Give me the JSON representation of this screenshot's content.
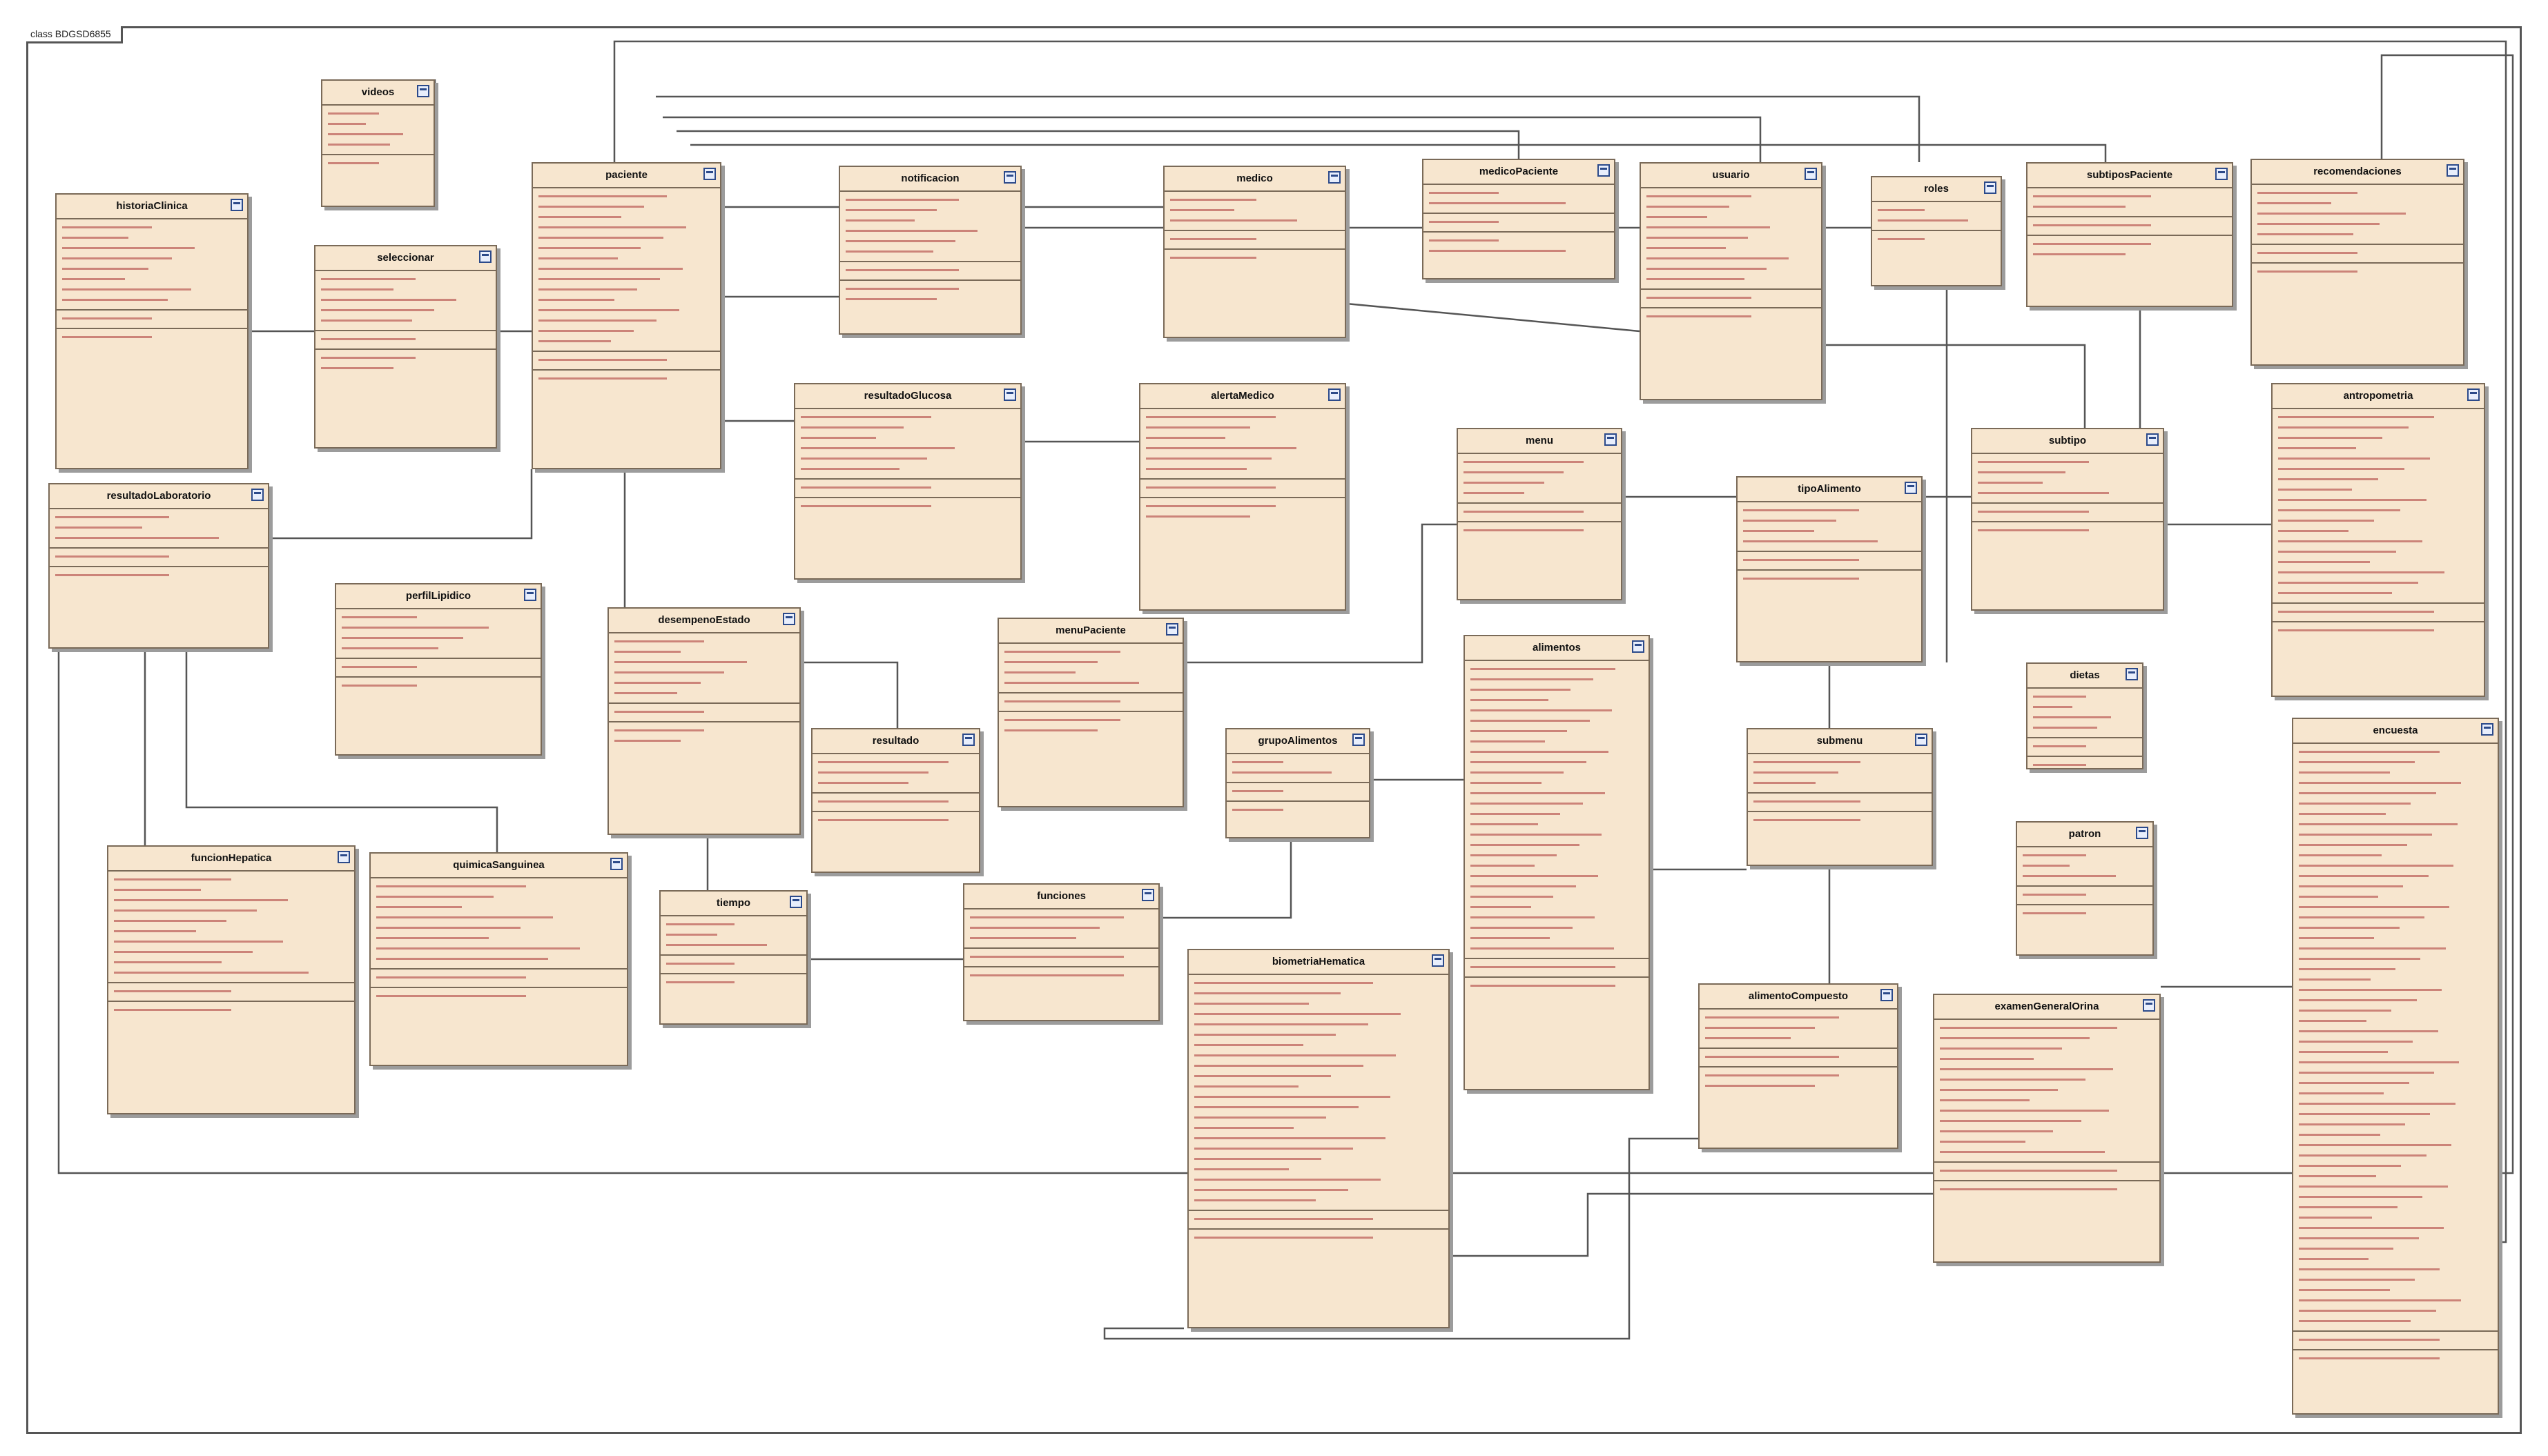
{
  "diagram": {
    "frame_label": "class BDGSD6855",
    "classes": [
      {
        "name": "historiaClinica",
        "cols": 8,
        "pk": 1,
        "fk": 1
      },
      {
        "name": "videos",
        "cols": 4,
        "pk": 1,
        "fk": 0
      },
      {
        "name": "seleccionar",
        "cols": 5,
        "pk": 1,
        "fk": 2
      },
      {
        "name": "resultadoLaboratorio",
        "cols": 3,
        "pk": 1,
        "fk": 1
      },
      {
        "name": "paciente",
        "cols": 15,
        "pk": 1,
        "fk": 1
      },
      {
        "name": "notificacion",
        "cols": 6,
        "pk": 1,
        "fk": 2
      },
      {
        "name": "medico",
        "cols": 3,
        "pk": 1,
        "fk": 1
      },
      {
        "name": "medicoPaciente",
        "cols": 2,
        "pk": 1,
        "fk": 2
      },
      {
        "name": "usuario",
        "cols": 9,
        "pk": 1,
        "fk": 1
      },
      {
        "name": "roles",
        "cols": 2,
        "pk": 1,
        "fk": 0
      },
      {
        "name": "subtiposPaciente",
        "cols": 2,
        "pk": 1,
        "fk": 2
      },
      {
        "name": "recomendaciones",
        "cols": 5,
        "pk": 1,
        "fk": 1
      },
      {
        "name": "resultadoGlucosa",
        "cols": 6,
        "pk": 1,
        "fk": 1
      },
      {
        "name": "alertaMedico",
        "cols": 6,
        "pk": 1,
        "fk": 2
      },
      {
        "name": "menu",
        "cols": 4,
        "pk": 1,
        "fk": 1
      },
      {
        "name": "subtipo",
        "cols": 4,
        "pk": 1,
        "fk": 1
      },
      {
        "name": "antropometria",
        "cols": 18,
        "pk": 1,
        "fk": 1
      },
      {
        "name": "perfilLipidico",
        "cols": 4,
        "pk": 1,
        "fk": 1
      },
      {
        "name": "desempenoEstado",
        "cols": 6,
        "pk": 1,
        "fk": 2
      },
      {
        "name": "menuPaciente",
        "cols": 4,
        "pk": 1,
        "fk": 2
      },
      {
        "name": "tipoAlimento",
        "cols": 4,
        "pk": 1,
        "fk": 1
      },
      {
        "name": "resultado",
        "cols": 3,
        "pk": 1,
        "fk": 1
      },
      {
        "name": "grupoAlimentos",
        "cols": 2,
        "pk": 1,
        "fk": 1
      },
      {
        "name": "alimentos",
        "cols": 28,
        "pk": 1,
        "fk": 1
      },
      {
        "name": "submenu",
        "cols": 3,
        "pk": 1,
        "fk": 1
      },
      {
        "name": "dietas",
        "cols": 4,
        "pk": 1,
        "fk": 1
      },
      {
        "name": "patron",
        "cols": 3,
        "pk": 1,
        "fk": 1
      },
      {
        "name": "funcionHepatica",
        "cols": 10,
        "pk": 1,
        "fk": 1
      },
      {
        "name": "quimicaSanguinea",
        "cols": 8,
        "pk": 1,
        "fk": 1
      },
      {
        "name": "tiempo",
        "cols": 3,
        "pk": 1,
        "fk": 1
      },
      {
        "name": "funciones",
        "cols": 3,
        "pk": 1,
        "fk": 1
      },
      {
        "name": "biometriaHematica",
        "cols": 22,
        "pk": 1,
        "fk": 1
      },
      {
        "name": "alimentoCompuesto",
        "cols": 3,
        "pk": 1,
        "fk": 2
      },
      {
        "name": "examenGeneralOrina",
        "cols": 13,
        "pk": 1,
        "fk": 1
      },
      {
        "name": "encuesta",
        "cols": 56,
        "pk": 1,
        "fk": 1
      }
    ]
  }
}
